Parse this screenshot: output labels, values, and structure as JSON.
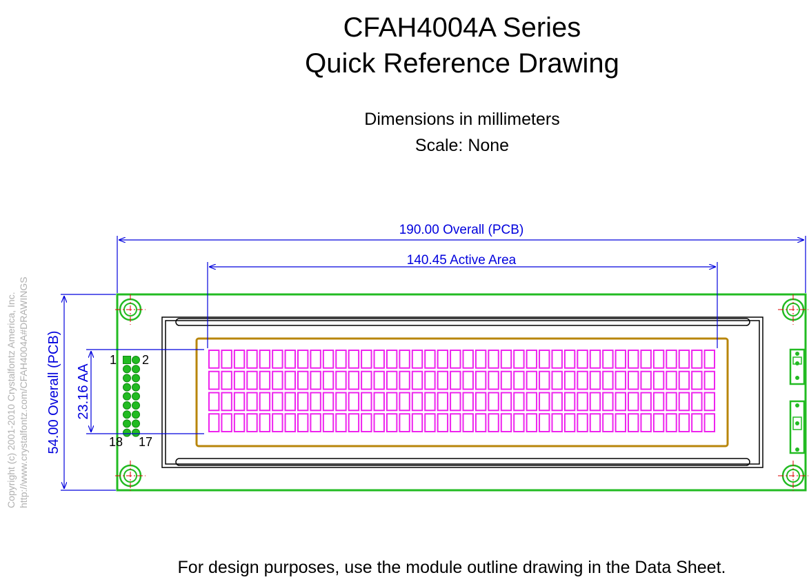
{
  "title": {
    "line1": "CFAH4004A Series",
    "line2": "Quick Reference Drawing"
  },
  "subtitle": {
    "units": "Dimensions in millimeters",
    "scale": "Scale: None"
  },
  "dimensions": {
    "overall_width": "190.00 Overall (PCB)",
    "active_width": "140.45 Active Area",
    "overall_height": "54.00 Overall (PCB)",
    "active_height": "23.16 AA"
  },
  "pin_labels": {
    "p1": "1",
    "p2": "2",
    "p18": "18",
    "p17": "17"
  },
  "display": {
    "rows": 4,
    "columns": 40
  },
  "copyright": {
    "line1": "Copyright (c) 2001-2010 Crystalfontz America, Inc.",
    "line2": "http://www.crystalfontz.com/CFAH4004A#DRAWINGS"
  },
  "footer_note": "For design purposes, use the module outline drawing in the Data Sheet.",
  "colors": {
    "pcb": "#22bb22",
    "dimension": "#0000dd",
    "bezel": "#000000",
    "active_area_border": "#b8860b",
    "character_cells": "#ee22ee",
    "mounting_hole_center": "#dd0000",
    "copyright_text": "#b0b0b0"
  }
}
